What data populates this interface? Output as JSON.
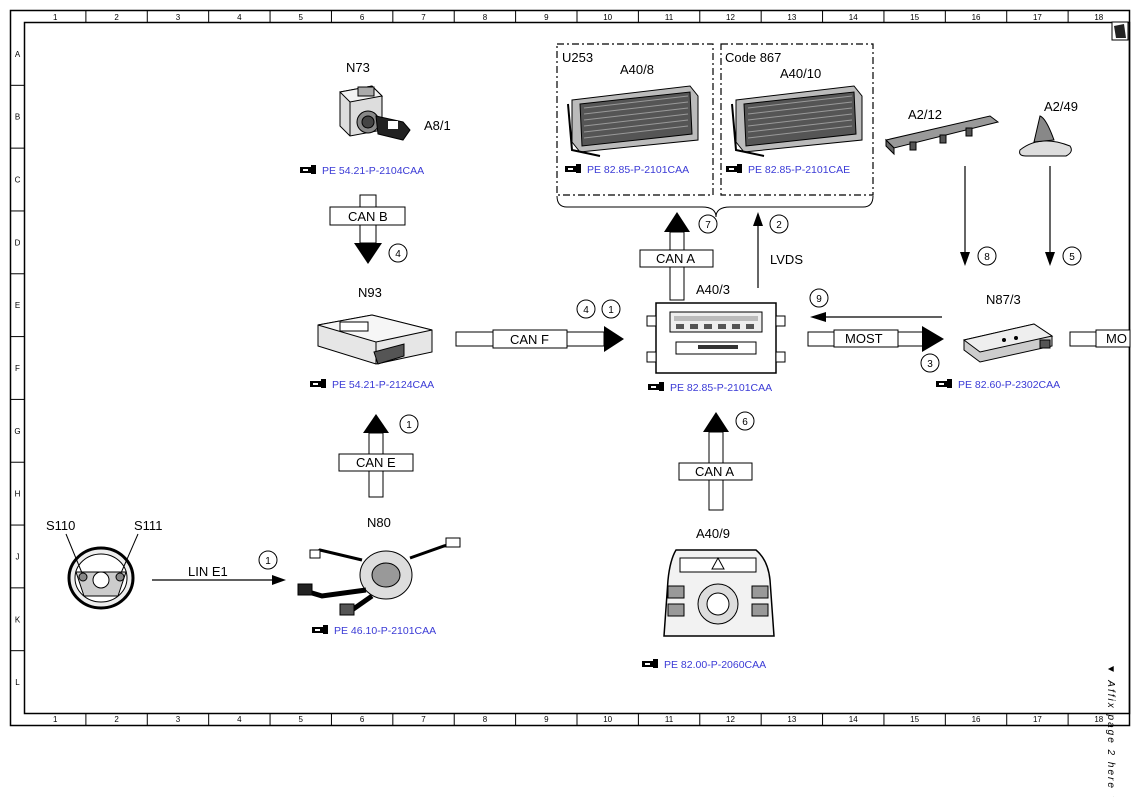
{
  "grid": {
    "columns": [
      "1",
      "2",
      "3",
      "4",
      "5",
      "6",
      "7",
      "8",
      "9",
      "10",
      "11",
      "12",
      "13",
      "14",
      "15",
      "16",
      "17",
      "18"
    ],
    "rows": [
      "A",
      "B",
      "C",
      "D",
      "E",
      "F",
      "G",
      "H",
      "J",
      "K",
      "L"
    ]
  },
  "sheet_note": "▼ Affix page 2 here ▼",
  "groups": {
    "u253": "U253",
    "code867": "Code 867"
  },
  "components": {
    "n73": "N73",
    "a8_1": "A8/1",
    "n93": "N93",
    "n80": "N80",
    "s110": "S110",
    "s111": "S111",
    "a40_8": "A40/8",
    "a40_10": "A40/10",
    "a40_3": "A40/3",
    "a40_9": "A40/9",
    "a2_12": "A2/12",
    "a2_49": "A2/49",
    "n87_3": "N87/3"
  },
  "references": {
    "n73": "PE 54.21-P-2104CAA",
    "n93": "PE 54.21-P-2124CAA",
    "n80": "PE 46.10-P-2101CAA",
    "a40_8": "PE 82.85-P-2101CAA",
    "a40_10": "PE 82.85-P-2101CAE",
    "a40_3": "PE 82.85-P-2101CAA",
    "a40_9": "PE 82.00-P-2060CAA",
    "n87_3": "PE 82.60-P-2302CAA"
  },
  "buses": {
    "can_b": "CAN B",
    "can_f": "CAN F",
    "can_e": "CAN E",
    "can_a_up": "CAN A",
    "can_a_down": "CAN A",
    "lin_e1": "LIN E1",
    "lvds": "LVDS",
    "most": "MOST",
    "most_cut": "MO"
  },
  "callouts": {
    "can_b": "4",
    "can_f_a": "4",
    "can_f_b": "1",
    "can_e": "1",
    "lin_e1": "1",
    "can_a_up": "7",
    "lvds": "2",
    "most_left": "9",
    "most_right": "3",
    "can_a_down": "6",
    "a2_12": "8",
    "a2_49": "5"
  }
}
